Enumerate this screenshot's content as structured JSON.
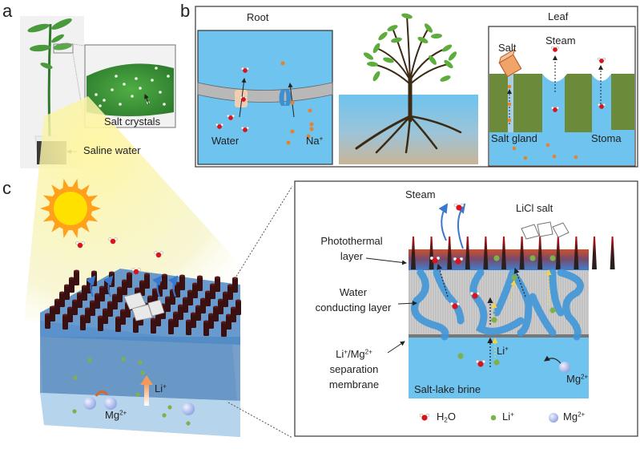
{
  "panels": {
    "a": {
      "label": "a",
      "inset_label": "Salt crystals",
      "pot_label": "Saline water"
    },
    "b": {
      "label": "b",
      "root": {
        "title": "Root",
        "water_label": "Water",
        "ion_label": "Na",
        "ion_charge": "+"
      },
      "leaf": {
        "title": "Leaf",
        "salt_label": "Salt",
        "steam_label": "Steam",
        "salt_gland_label": "Salt gland",
        "stoma_label": "Stoma"
      }
    },
    "c": {
      "label": "c",
      "scene": {
        "li_label": "Li",
        "li_charge": "+",
        "mg_label": "Mg",
        "mg_charge": "2+"
      },
      "detail": {
        "steam_label": "Steam",
        "licl_label": "LiCl salt",
        "photothermal_label_1": "Photothermal",
        "photothermal_label_2": "layer",
        "water_layer_label_1": "Water",
        "water_layer_label_2": "conducting layer",
        "membrane_label_ion": "Li",
        "membrane_label_ion_charge": "+",
        "membrane_label_sep": "/Mg",
        "membrane_label_sep_charge": "2+",
        "membrane_label_2": "separation",
        "membrane_label_3": "membrane",
        "brine_label": "Salt-lake brine",
        "li_label": "Li",
        "li_charge": "+",
        "mg_label": "Mg",
        "mg_charge": "2+"
      },
      "legend": {
        "h2o_pre": "H",
        "h2o_sub": "2",
        "h2o_post": "O",
        "li": "Li",
        "li_charge": "+",
        "mg": "Mg",
        "mg_charge": "2+"
      }
    }
  },
  "colors": {
    "water_blue": "#6ec3ef",
    "leaf_green": "#6b8a3a",
    "salt_orange": "#f0a46a",
    "ion_orange": "#e8822a",
    "li_green": "#7fb14a",
    "mg_lavender": "#a9b8ea",
    "pillar_dark": "#3a1010",
    "sun_yellow": "#ffd400"
  }
}
